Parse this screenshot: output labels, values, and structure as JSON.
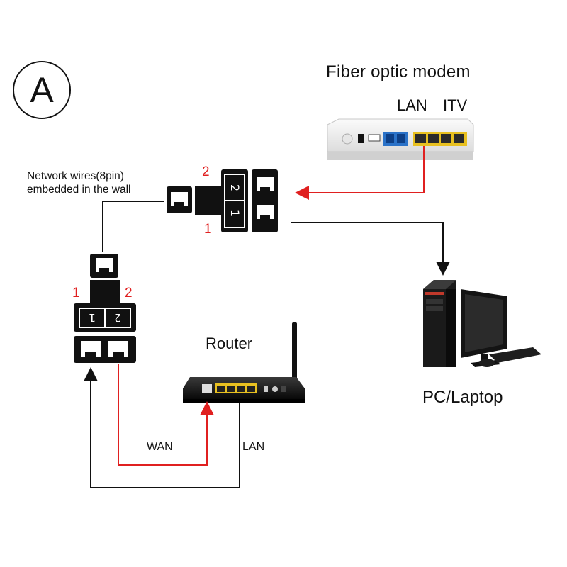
{
  "badge": {
    "letter": "A"
  },
  "devices": {
    "modem": {
      "title": "Fiber optic modem",
      "lan_label": "LAN",
      "itv_label": "ITV"
    },
    "router": {
      "title": "Router",
      "wan_label": "WAN",
      "lan_label": "LAN"
    },
    "pc": {
      "title": "PC/Laptop"
    }
  },
  "wall_note": "Network wires(8pin)\nembedded in the wall",
  "splitter_top": {
    "port_label_top": "2",
    "port_label_bottom": "1",
    "pin_top": "2",
    "pin_bottom": "1"
  },
  "splitter_left": {
    "port_label_left": "1",
    "port_label_right": "2",
    "pin_left": "1",
    "pin_right": "2"
  },
  "colors": {
    "signal": "#e02020",
    "wire": "#111111",
    "lan_port": "#e8c020",
    "itv_port": "#2a72c8"
  }
}
